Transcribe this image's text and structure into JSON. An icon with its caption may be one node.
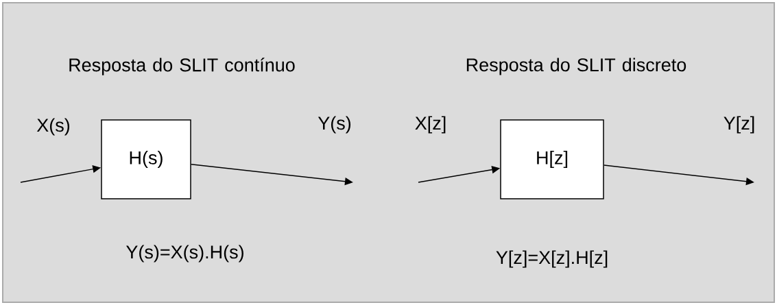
{
  "diagram": {
    "nodes": [
      {
        "text": [
          "H(s)"
        ]
      },
      {
        "text": [
          "H[z]"
        ]
      }
    ],
    "edges": [
      {
        "from": null,
        "to": 0,
        "arrow": "to",
        "label": "X(s)"
      },
      {
        "from": 0,
        "to": null,
        "arrow": "to",
        "label": "Y(s)"
      },
      {
        "from": null,
        "to": 1,
        "arrow": "to",
        "label": "X[z]"
      },
      {
        "from": 1,
        "to": null,
        "arrow": "to",
        "label": "Y[z]"
      }
    ],
    "labels": [
      "Resposta do SLIT contínuo",
      "Resposta do SLIT discreto",
      "Y(s)=X(s).H(s)",
      "Y[z]=X[z].H[z]"
    ]
  }
}
